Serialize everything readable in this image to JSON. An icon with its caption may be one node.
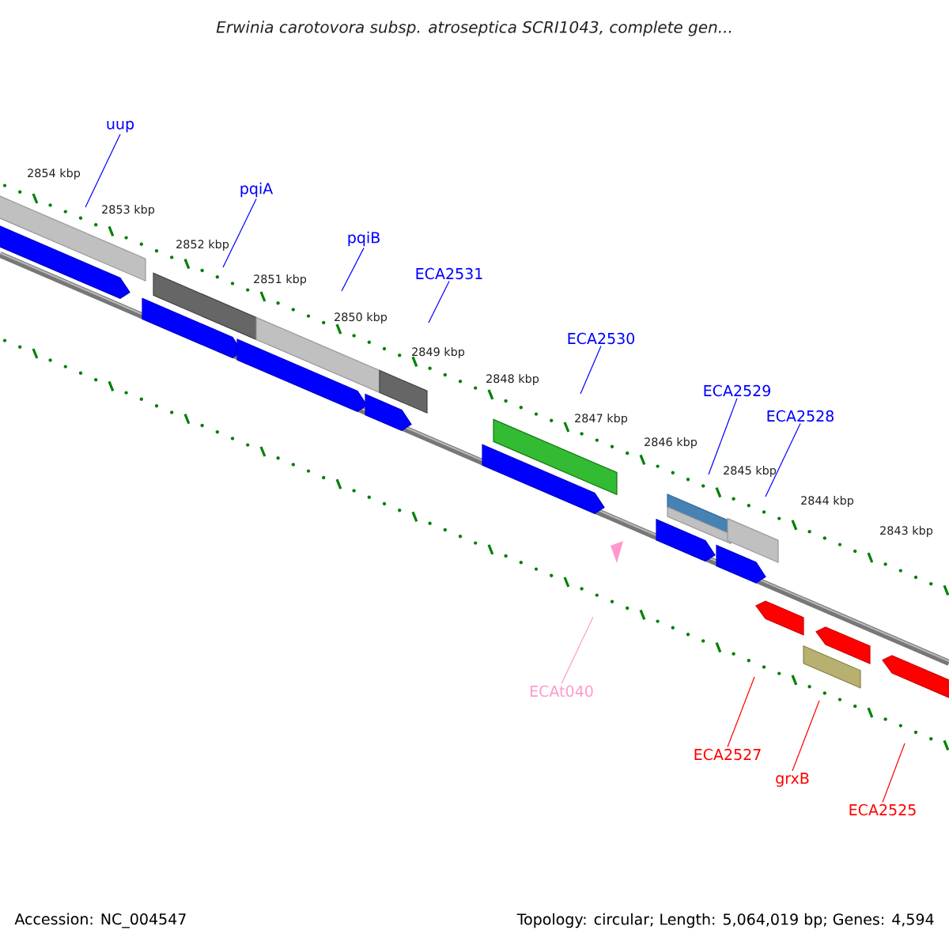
{
  "diagram": {
    "title": "Erwinia carotovora subsp. atroseptica SCRI1043, complete gen...",
    "nodes": [
      {
        "text": [
          "uup"
        ]
      },
      {
        "text": [
          "pqiA"
        ]
      },
      {
        "text": [
          "pqiB"
        ]
      },
      {
        "text": [
          "ECA2531"
        ]
      },
      {
        "text": [
          "ECA2530"
        ]
      },
      {
        "text": [
          "ECA2529"
        ]
      },
      {
        "text": [
          "ECA2528"
        ]
      },
      {
        "text": [
          "ECAt040"
        ]
      },
      {
        "text": [
          "ECA2527"
        ]
      },
      {
        "text": [
          "grxB"
        ]
      },
      {
        "text": [
          "ECA2525"
        ]
      }
    ],
    "edges": [
      {
        "from": 0,
        "to": null,
        "arrow": "none"
      },
      {
        "from": 1,
        "to": null,
        "arrow": "none"
      },
      {
        "from": 2,
        "to": null,
        "arrow": "none"
      },
      {
        "from": 3,
        "to": null,
        "arrow": "none"
      },
      {
        "from": 4,
        "to": null,
        "arrow": "none"
      },
      {
        "from": 5,
        "to": null,
        "arrow": "none"
      },
      {
        "from": 6,
        "to": null,
        "arrow": "none"
      },
      {
        "from": 7,
        "to": null,
        "arrow": "none",
        "color": "#ff99cc"
      },
      {
        "from": 8,
        "to": null,
        "arrow": "none",
        "color": "#ff0000"
      },
      {
        "from": 9,
        "to": null,
        "arrow": "none",
        "color": "#ff0000"
      },
      {
        "from": 10,
        "to": null,
        "arrow": "none",
        "color": "#ff0000"
      }
    ],
    "labels": [
      "2854 kbp",
      "2853 kbp",
      "2852 kbp",
      "2851 kbp",
      "2850 kbp",
      "2849 kbp",
      "2848 kbp",
      "2847 kbp",
      "2846 kbp",
      "2845 kbp",
      "2844 kbp",
      "2843 kbp",
      "Accession: NC_004547",
      "Topology: circular; Length: 5,064,019 bp; Genes: 4,594"
    ]
  }
}
